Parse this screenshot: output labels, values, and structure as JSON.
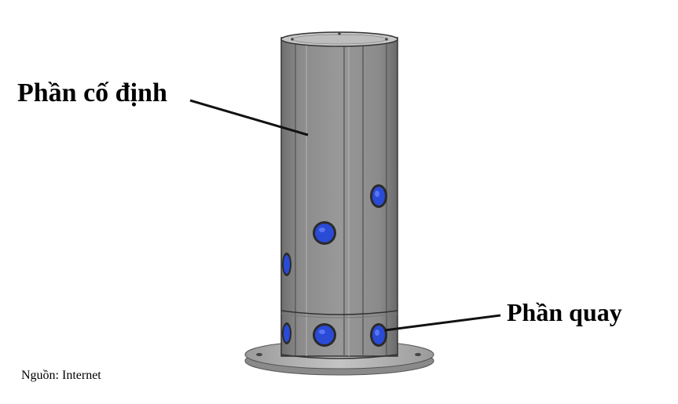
{
  "labels": {
    "fixed_part": "Phần cố định",
    "rotating_part": "Phần quay"
  },
  "source": "Nguồn: Internet",
  "colors": {
    "body": "#8c8c8c",
    "body_dark": "#6e6e6e",
    "body_light": "#a8a8a8",
    "port": "#2a4bd6",
    "outline": "#2a2a2a"
  }
}
